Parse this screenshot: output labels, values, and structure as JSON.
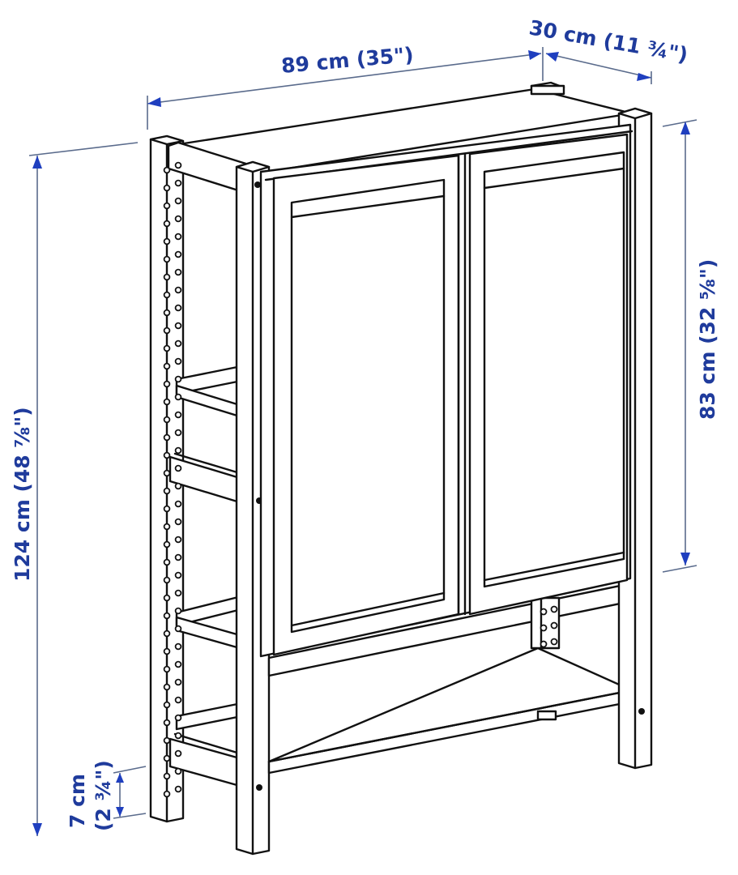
{
  "diagram": {
    "subject": "shelving unit with cabinet doors",
    "line_color": "#111111",
    "dimension_color": "#1f3b9c",
    "dimensions": {
      "width": {
        "label": "89 cm (35\")"
      },
      "depth": {
        "label": "30 cm (11 ¾\")"
      },
      "total_height": {
        "label": "124 cm (48 ⅞\")"
      },
      "cabinet_height": {
        "label": "83 cm (32 ⅝\")"
      },
      "leg_clearance": {
        "label_cm": "7 cm",
        "label_in": "(2 ¾\")"
      }
    }
  }
}
